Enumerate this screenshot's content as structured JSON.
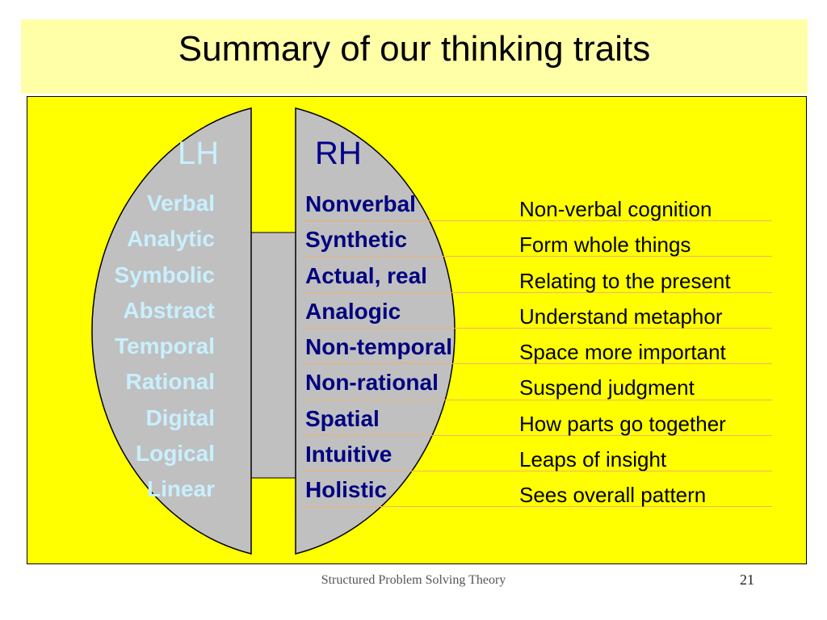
{
  "slide": {
    "title": "Summary of our thinking traits",
    "footer": "Structured Problem Solving Theory",
    "page_number": "21"
  },
  "left_hemisphere": {
    "heading": "LH",
    "traits": [
      "Verbal",
      "Analytic",
      "Symbolic",
      "Abstract",
      "Temporal",
      "Rational",
      "Digital",
      "Logical",
      "Linear"
    ]
  },
  "right_hemisphere": {
    "heading": "RH",
    "traits": [
      "Nonverbal",
      "Synthetic",
      "Actual, real",
      "Analogic",
      "Non-temporal",
      "Non-rational",
      "Spatial",
      "Intuitive",
      "Holistic"
    ],
    "descriptions": [
      "Non-verbal cognition",
      "Form whole things",
      "Relating to the present",
      "Understand metaphor",
      "Space more important",
      "Suspend judgment",
      "How parts go together",
      "Leaps of insight",
      "Sees overall pattern"
    ]
  },
  "colors": {
    "title_band": "#ffffa8",
    "panel": "#ffff00",
    "brain_fill": "#c0c0c0",
    "lh_text": "#c8f0ff",
    "rh_text": "#000080",
    "rule_line": "#f0b070"
  }
}
